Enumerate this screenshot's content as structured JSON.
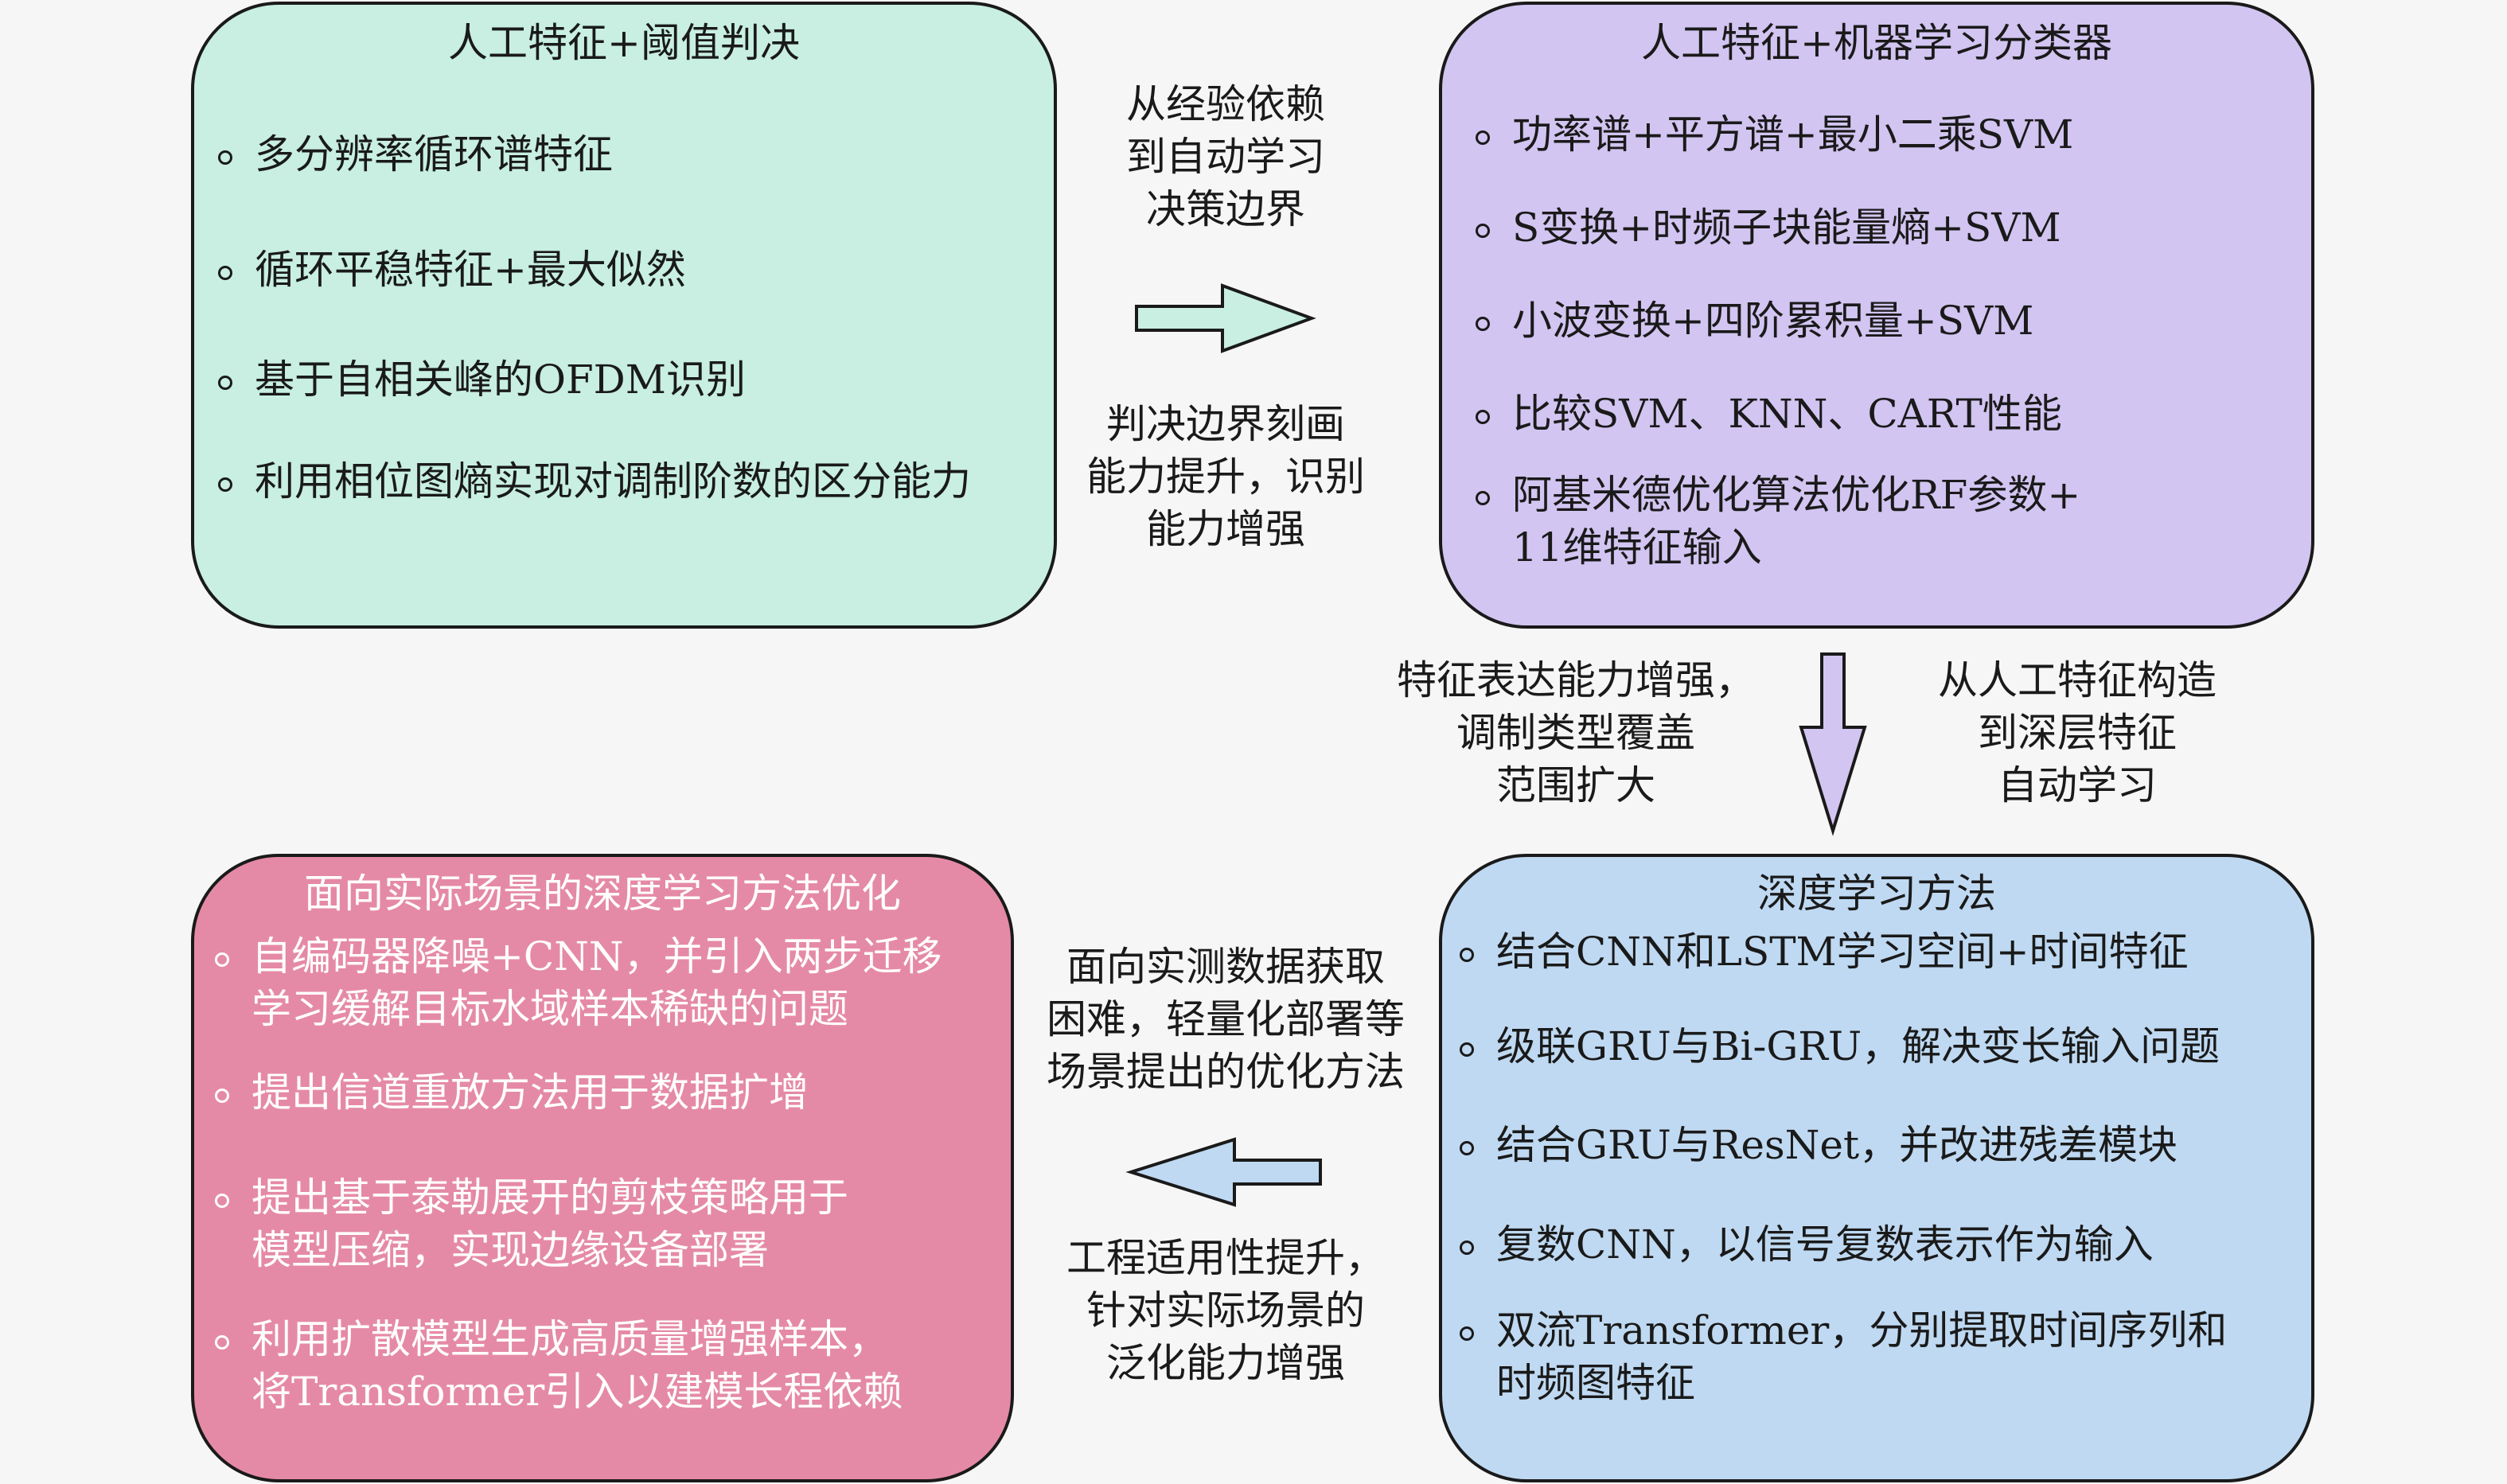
{
  "boxes": {
    "tl": {
      "title": "人工特征+阈值判决",
      "color": "#c8efe1",
      "items": [
        "多分辨率循环谱特征",
        "循环平稳特征+最大似然",
        "基于自相关峰的OFDM识别",
        "利用相位图熵实现对调制阶数的区分能力"
      ]
    },
    "tr": {
      "title": "人工特征+机器学习分类器",
      "color": "#d2c5f1",
      "items": [
        "功率谱+平方谱+最小二乘SVM",
        "S变换+时频子块能量熵+SVM",
        "小波变换+四阶累积量+SVM",
        "比较SVM、KNN、CART性能",
        [
          "阿基米德优化算法优化RF参数+",
          "11维特征输入"
        ]
      ]
    },
    "br": {
      "title": "深度学习方法",
      "color": "#bfd9f2",
      "items": [
        "结合CNN和LSTM学习空间+时间特征",
        "级联GRU与Bi-GRU，解决变长输入问题",
        "结合GRU与ResNet，并改进残差模块",
        "复数CNN，以信号复数表示作为输入",
        [
          "双流Transformer，分别提取时间序列和",
          "时频图特征"
        ]
      ]
    },
    "bl": {
      "title": "面向实际场景的深度学习方法优化",
      "color": "#e58aa6",
      "items": [
        [
          "自编码器降噪+CNN，并引入两步迁移",
          "学习缓解目标水域样本稀缺的问题"
        ],
        "提出信道重放方法用于数据扩增",
        [
          "提出基于泰勒展开的剪枝策略用于",
          "模型压缩，实现边缘设备部署"
        ],
        [
          "利用扩散模型生成高质量增强样本，",
          "将Transformer引入以建模长程依赖"
        ]
      ]
    }
  },
  "labels": {
    "top_above": [
      "从经验依赖",
      "到自动学习",
      "决策边界"
    ],
    "top_below": [
      "判决边界刻画",
      "能力提升，识别",
      "能力增强"
    ],
    "right_left": [
      "特征表达能力增强，",
      "调制类型覆盖",
      "范围扩大"
    ],
    "right_right": [
      "从人工特征构造",
      "到深层特征",
      "自动学习"
    ],
    "bottom_above": [
      "面向实测数据获取",
      "困难，轻量化部署等",
      "场景提出的优化方法"
    ],
    "bottom_below": [
      "工程适用性提升，",
      "针对实际场景的",
      "泛化能力增强"
    ]
  }
}
